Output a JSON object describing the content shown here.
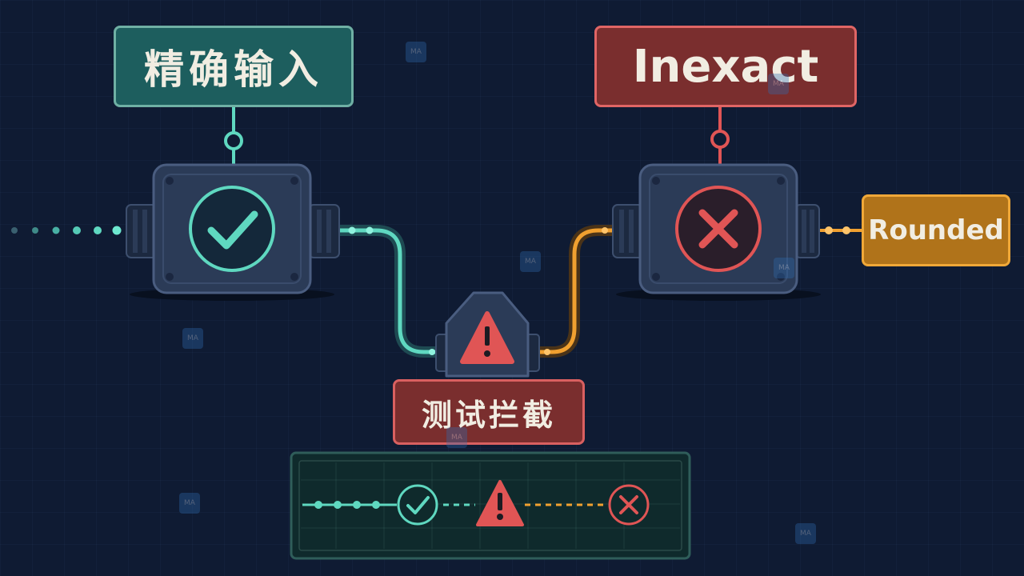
{
  "labels": {
    "exact": "精确输入",
    "inexact": "Inexact",
    "rounded": "Rounded",
    "intercept": "测试拦截"
  },
  "watermark": {
    "glyph": "MA"
  },
  "colors": {
    "background": "#0f1b33",
    "teal": "#5fd8c0",
    "red": "#e05555",
    "orange": "#f0a030",
    "device": "#2b3b57"
  },
  "icons": {
    "pass_device": "check-icon",
    "fail_device": "x-icon",
    "gate": "warning-icon"
  }
}
